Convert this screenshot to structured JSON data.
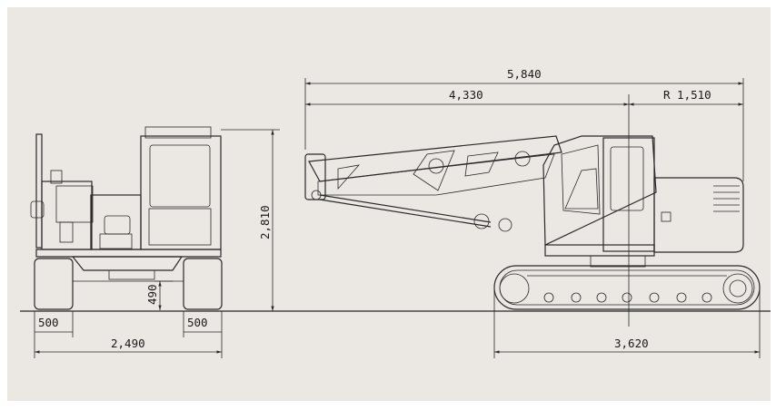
{
  "colors": {
    "background": "#ebe7e2",
    "frame": "#ffffff",
    "line": "#2a2a2a",
    "machine_fill": "#ffffff"
  },
  "dimensions": {
    "track_width_left": "500",
    "track_width_right": "500",
    "overall_width": "2,490",
    "ground_clearance": "490",
    "overall_height": "2,810",
    "overall_length": "5,840",
    "front_length": "4,330",
    "tail_radius": "R 1,510",
    "track_length": "3,620"
  }
}
